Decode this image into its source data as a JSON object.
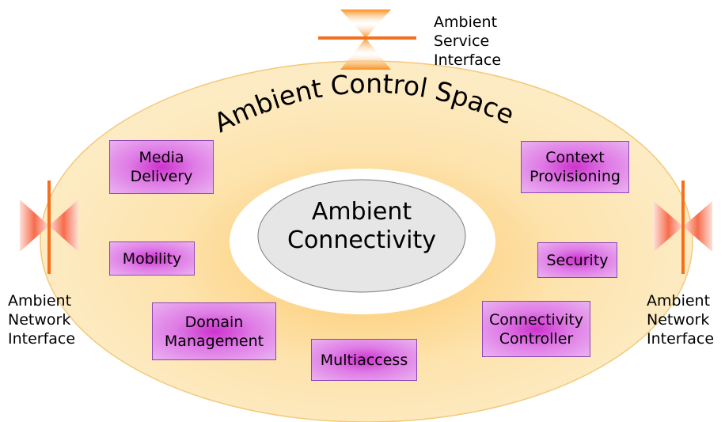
{
  "title": "Ambient Control Space",
  "core": "Ambient\nConnectivity",
  "functions": {
    "media_delivery": "Media\nDelivery",
    "context_provisioning": "Context\nProvisioning",
    "mobility": "Mobility",
    "security": "Security",
    "domain_management": "Domain\nManagement",
    "connectivity_controller": "Connectivity\nController",
    "multiaccess": "Multiaccess"
  },
  "interfaces": {
    "service": "Ambient\nService\nInterface",
    "network_left": "Ambient\nNetwork\nInterface",
    "network_right": "Ambient\nNetwork\nInterface"
  },
  "colors": {
    "control_space_fill": "#fde7b0",
    "control_space_border": "#f3c97a",
    "core_fill": "#e6e6e6",
    "function_box": "#dc77e4",
    "function_box_border": "#8e44b8",
    "interface_bar": "#f5701e"
  }
}
